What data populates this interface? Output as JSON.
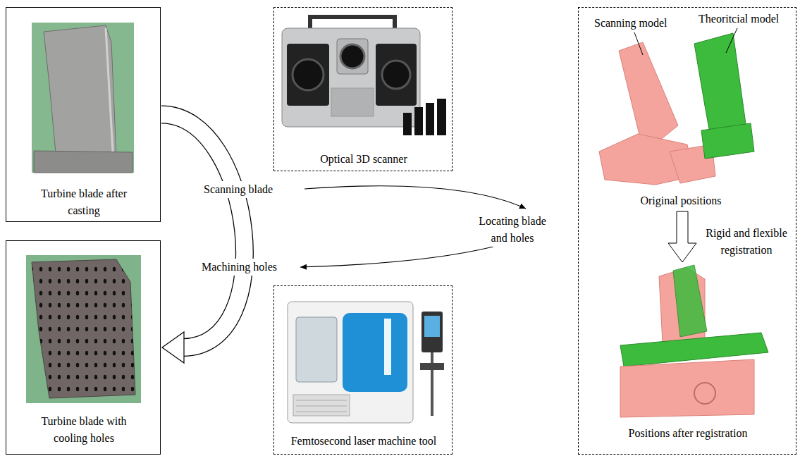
{
  "diagram": {
    "nodes": [
      {
        "text": [
          "Turbine blade after casting"
        ]
      },
      {
        "text": [
          "Turbine blade with cooling holes"
        ]
      },
      {
        "text": [
          "Optical 3D scanner"
        ]
      },
      {
        "text": [
          "Femtosecond laser machine tool"
        ]
      },
      {
        "text": [
          "Scanning model",
          "Theoritcial model",
          "Original positions",
          "Rigid and flexible registration",
          "Positions after registration"
        ]
      }
    ],
    "edges": [
      {
        "from": 0,
        "to": 1,
        "arrow": "to"
      }
    ],
    "labels": [
      "Scanning blade",
      "Locating blade and holes",
      "Machining holes"
    ]
  }
}
